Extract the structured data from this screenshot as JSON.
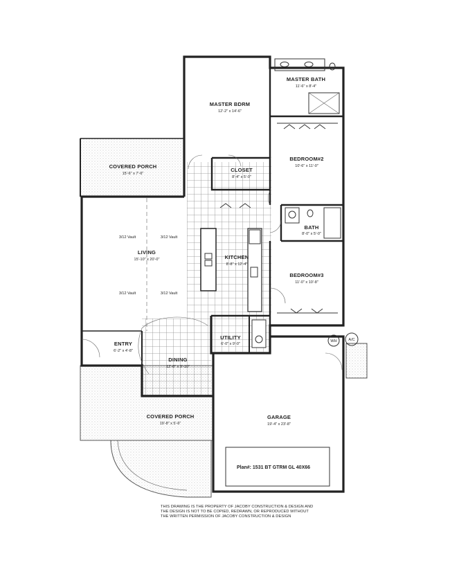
{
  "rooms": {
    "master_bdrm": {
      "name": "MASTER BDRM",
      "dims": "12'-2\" x 14'-6\""
    },
    "master_bath": {
      "name": "MASTER BATH",
      "dims": "11'-6\" x 8'-4\""
    },
    "closet": {
      "name": "CLOSET",
      "dims": "8'-4\" x 5'-0\""
    },
    "bedroom2": {
      "name": "BEDROOM#2",
      "dims": "10'-6\" x 11'-0\""
    },
    "covered_porch_rear": {
      "name": "COVERED PORCH",
      "dims": "15'-6\" x 7'-6\""
    },
    "bath": {
      "name": "BATH",
      "dims": "8'-0\" x 5'-0\""
    },
    "living": {
      "name": "LIVING",
      "dims": "15'-10\" x 20'-0\""
    },
    "kitchen": {
      "name": "KITCHEN",
      "dims": "8'-8\" x 12'-4\""
    },
    "bedroom3": {
      "name": "BEDROOM#3",
      "dims": "11'-0\" x 10'-8\""
    },
    "utility": {
      "name": "UTILITY",
      "dims": "6'-0\" x 9'-0\""
    },
    "entry": {
      "name": "ENTRY",
      "dims": "6'-2\" x 4'-8\""
    },
    "dining": {
      "name": "DINING",
      "dims": "12'-8\" x 9'-10\""
    },
    "covered_porch_front": {
      "name": "COVERED PORCH",
      "dims": "19'-8\" x 5'-6\""
    },
    "garage": {
      "name": "GARAGE",
      "dims": "19'-4\" x 23'-8\""
    }
  },
  "vault_notes": {
    "a": "3/12 Vault",
    "b": "3/12 Vault",
    "c": "3/12 Vault",
    "d": "3/12 Vault"
  },
  "fixtures": {
    "wh": "WH",
    "ac": "A/C"
  },
  "plan_number": "Plan#: 1531 BT GTRM GL 40X66",
  "disclaimer": {
    "line1": "THIS DRAWING IS THE PROPERTY OF JACOBY CONSTRUCTION & DESIGN AND",
    "line2": "THE DESIGN IS NOT TO BE COPIED, REDRAWN, OR REPRODUCED WITHOUT",
    "line3": "THE WRITTEN PERMISSION OF JACOBY CONSTRUCTION & DESIGN"
  }
}
